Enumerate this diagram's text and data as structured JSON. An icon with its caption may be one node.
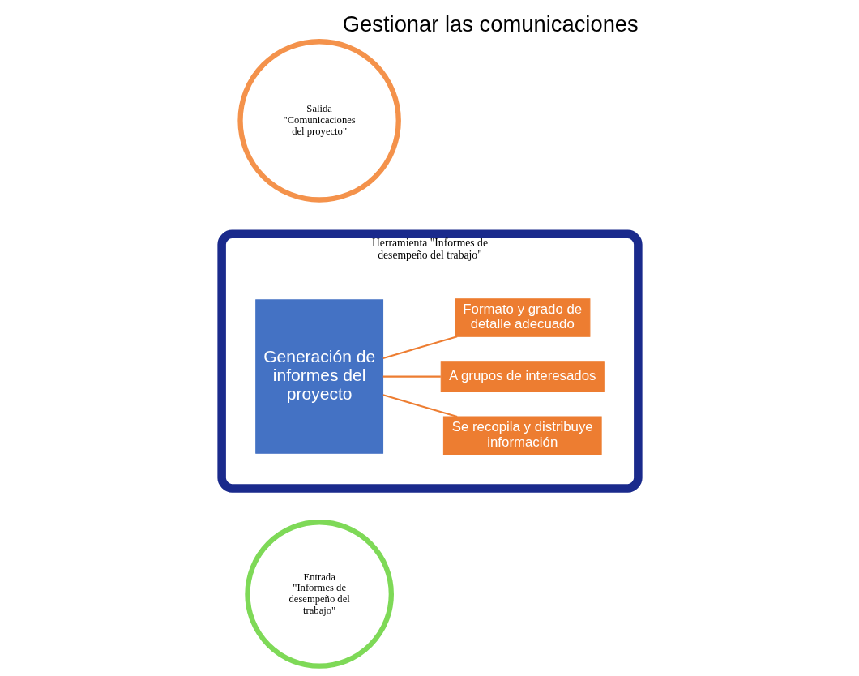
{
  "diagram": {
    "title": "Gestionar las comunicaciones",
    "nodes": [
      {
        "text": [
          "Entrada",
          "\"Informes de desempeño del trabajo\""
        ]
      },
      {
        "text": [
          "Herramienta \"Informes de desempeño del trabajo\""
        ]
      },
      {
        "text": [
          "Generación de informes del proyecto"
        ],
        "in": 1
      },
      {
        "text": [
          "Se recopila y distribuye información"
        ],
        "in": 1
      },
      {
        "text": [
          "A grupos de interesados"
        ],
        "in": 1
      },
      {
        "text": [
          "Formato y grado de detalle adecuado"
        ],
        "in": 1
      },
      {
        "text": [
          "Salida",
          "\"Comunicaciones del proyecto\""
        ]
      }
    ],
    "edges": [
      {
        "from": 2,
        "to": 3,
        "arrow": "none"
      },
      {
        "from": 2,
        "to": 4,
        "arrow": "none"
      },
      {
        "from": 2,
        "to": 5,
        "arrow": "none"
      }
    ]
  }
}
